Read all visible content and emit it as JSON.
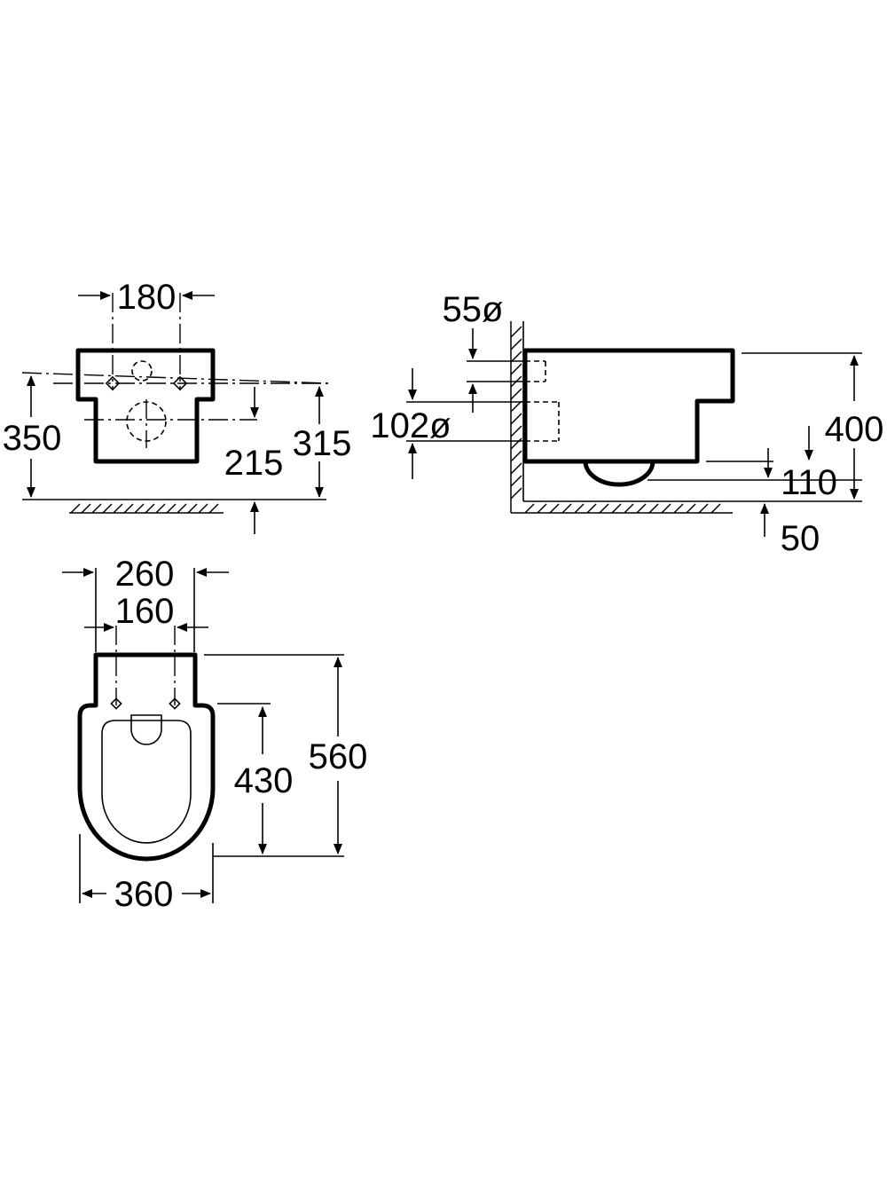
{
  "drawing": {
    "colors": {
      "line": "#000000",
      "background": "#ffffff"
    },
    "front_view": {
      "width_holes": "180",
      "height_total": "350",
      "height_outlet": "215",
      "height_inlet": "315"
    },
    "side_view": {
      "inlet_diameter": "55ø",
      "outlet_diameter": "102ø",
      "height_total": "400",
      "height_outlet": "110",
      "floor_clearance": "50"
    },
    "top_view": {
      "width_back": "260",
      "width_holes": "160",
      "length_holes": "430",
      "length_total": "560",
      "width_total": "360"
    }
  }
}
